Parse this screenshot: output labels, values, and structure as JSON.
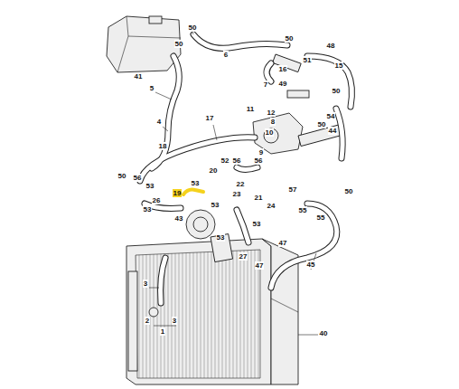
{
  "diagram": {
    "labels": [
      "50",
      "50",
      "41",
      "6",
      "50",
      "48",
      "51",
      "15",
      "16",
      "49",
      "7",
      "5",
      "50",
      "4",
      "11",
      "12",
      "8",
      "10",
      "9",
      "50",
      "54",
      "44",
      "17",
      "18",
      "50",
      "52",
      "56",
      "56",
      "56",
      "53",
      "20",
      "19",
      "53",
      "22",
      "23",
      "21",
      "24",
      "26",
      "53",
      "43",
      "53",
      "53",
      "53",
      "50",
      "57",
      "55",
      "55",
      "27",
      "47",
      "47",
      "45",
      "3",
      "2",
      "3",
      "1",
      "40"
    ]
  }
}
